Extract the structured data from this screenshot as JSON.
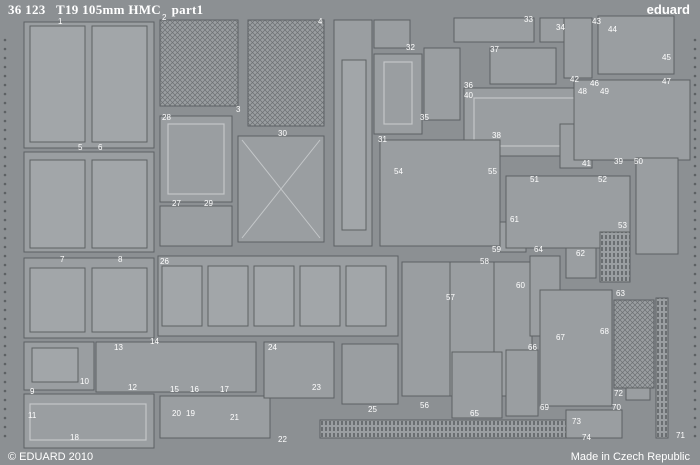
{
  "header": {
    "catalog": "36 123",
    "title": "T19 105mm HMC",
    "part": "part1",
    "brand": "eduard"
  },
  "footer": {
    "copyright": "© EDUARD 2010",
    "origin": "Made in Czech Republic"
  },
  "part_numbers": [
    "1",
    "2",
    "3",
    "4",
    "5",
    "6",
    "7",
    "8",
    "9",
    "10",
    "11",
    "12",
    "13",
    "14",
    "15",
    "16",
    "17",
    "18",
    "19",
    "20",
    "21",
    "22",
    "23",
    "24",
    "25",
    "26",
    "27",
    "28",
    "29",
    "30",
    "31",
    "32",
    "33",
    "34",
    "35",
    "36",
    "37",
    "38",
    "39",
    "40",
    "41",
    "42",
    "43",
    "44",
    "45",
    "46",
    "47",
    "48",
    "49",
    "50",
    "51",
    "52",
    "53",
    "54",
    "55",
    "56",
    "57",
    "58",
    "59",
    "60",
    "61",
    "62",
    "63",
    "64",
    "65",
    "66",
    "67",
    "68",
    "69",
    "70",
    "71",
    "72",
    "73",
    "74"
  ],
  "colors": {
    "fret": "#8c9093",
    "part_fill": "#9a9ea1",
    "part_edge": "#5d6164",
    "highlight": "#c4c7c9",
    "label": "#ffffff"
  }
}
